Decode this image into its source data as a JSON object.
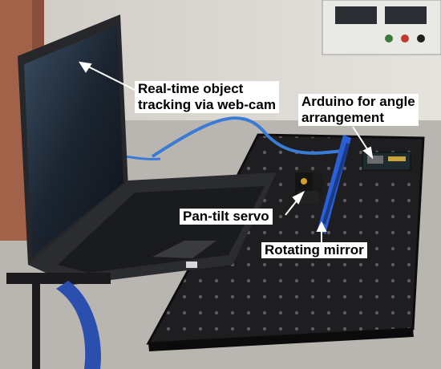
{
  "annotations": {
    "tracking": {
      "line1": "Real-time object",
      "line2": "tracking via web-cam"
    },
    "arduino": {
      "line1": "Arduino for angle",
      "line2": "arrangement"
    },
    "servo": {
      "text": "Pan-tilt servo"
    },
    "mirror": {
      "text": "Rotating mirror"
    }
  },
  "colors": {
    "label_background": "#ffffff",
    "label_text": "#000000",
    "arrow": "#ffffff",
    "breadboard": "#1e1e20",
    "mirror_frame": "#2b5fd6",
    "cable": "#3a7bd5",
    "laptop": "#2b2c2f"
  }
}
